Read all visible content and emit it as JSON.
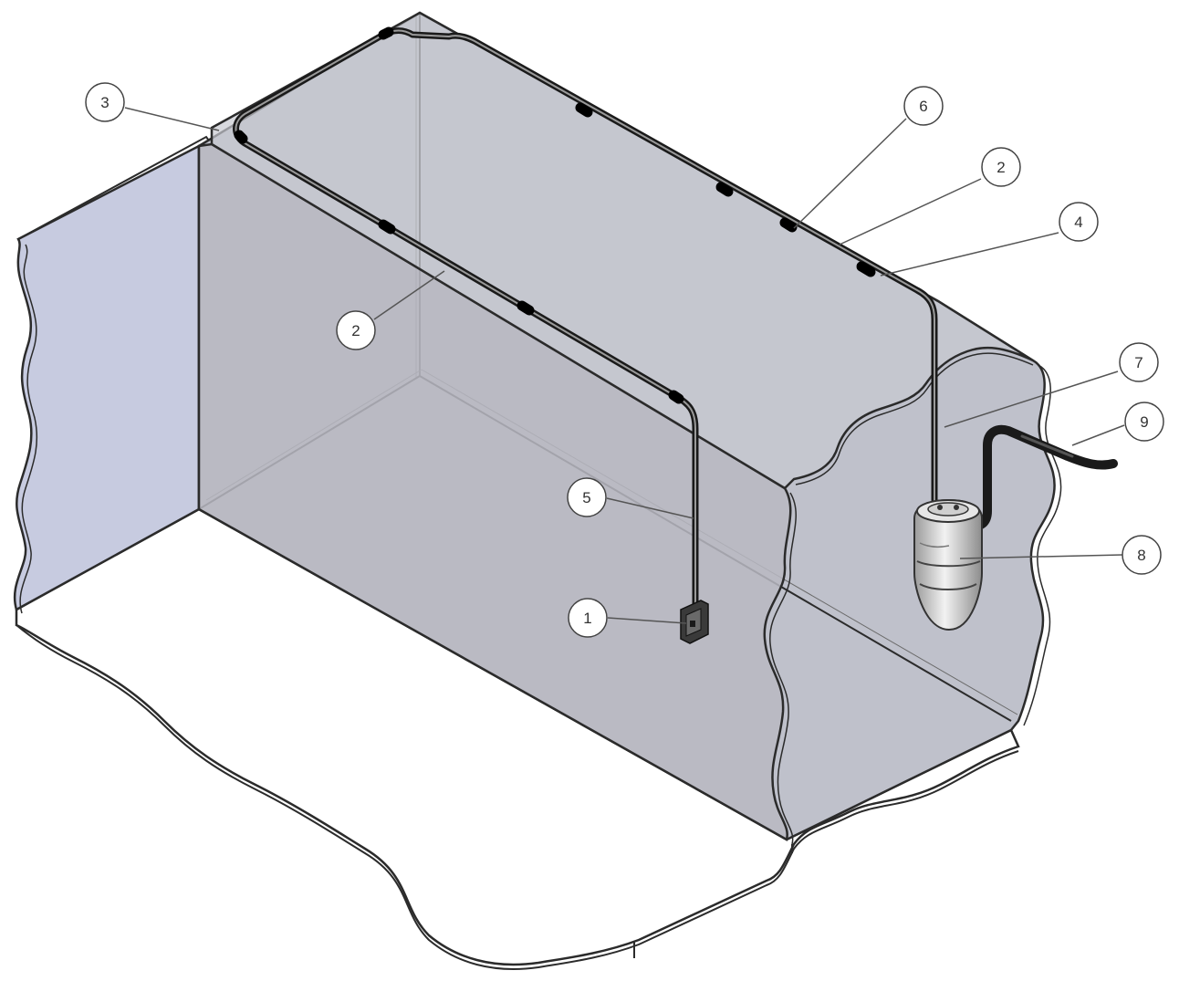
{
  "callouts": [
    {
      "id": "c1",
      "label": "1"
    },
    {
      "id": "c2a",
      "label": "2"
    },
    {
      "id": "c2b",
      "label": "2"
    },
    {
      "id": "c3",
      "label": "3"
    },
    {
      "id": "c4",
      "label": "4"
    },
    {
      "id": "c5",
      "label": "5"
    },
    {
      "id": "c6",
      "label": "6"
    },
    {
      "id": "c7",
      "label": "7"
    },
    {
      "id": "c8",
      "label": "8"
    },
    {
      "id": "c9",
      "label": "9"
    }
  ],
  "colors": {
    "wall_fill": "#bfc1cb",
    "left_wall_fill": "#c7cbe0",
    "floor_fill": "#ffffff",
    "outline": "#2b2b2b",
    "pipe": "#1a1a1a",
    "leader": "#555555"
  },
  "icons": {
    "detector": "gas-detector-icon",
    "junction_box": "junction-box-icon"
  }
}
